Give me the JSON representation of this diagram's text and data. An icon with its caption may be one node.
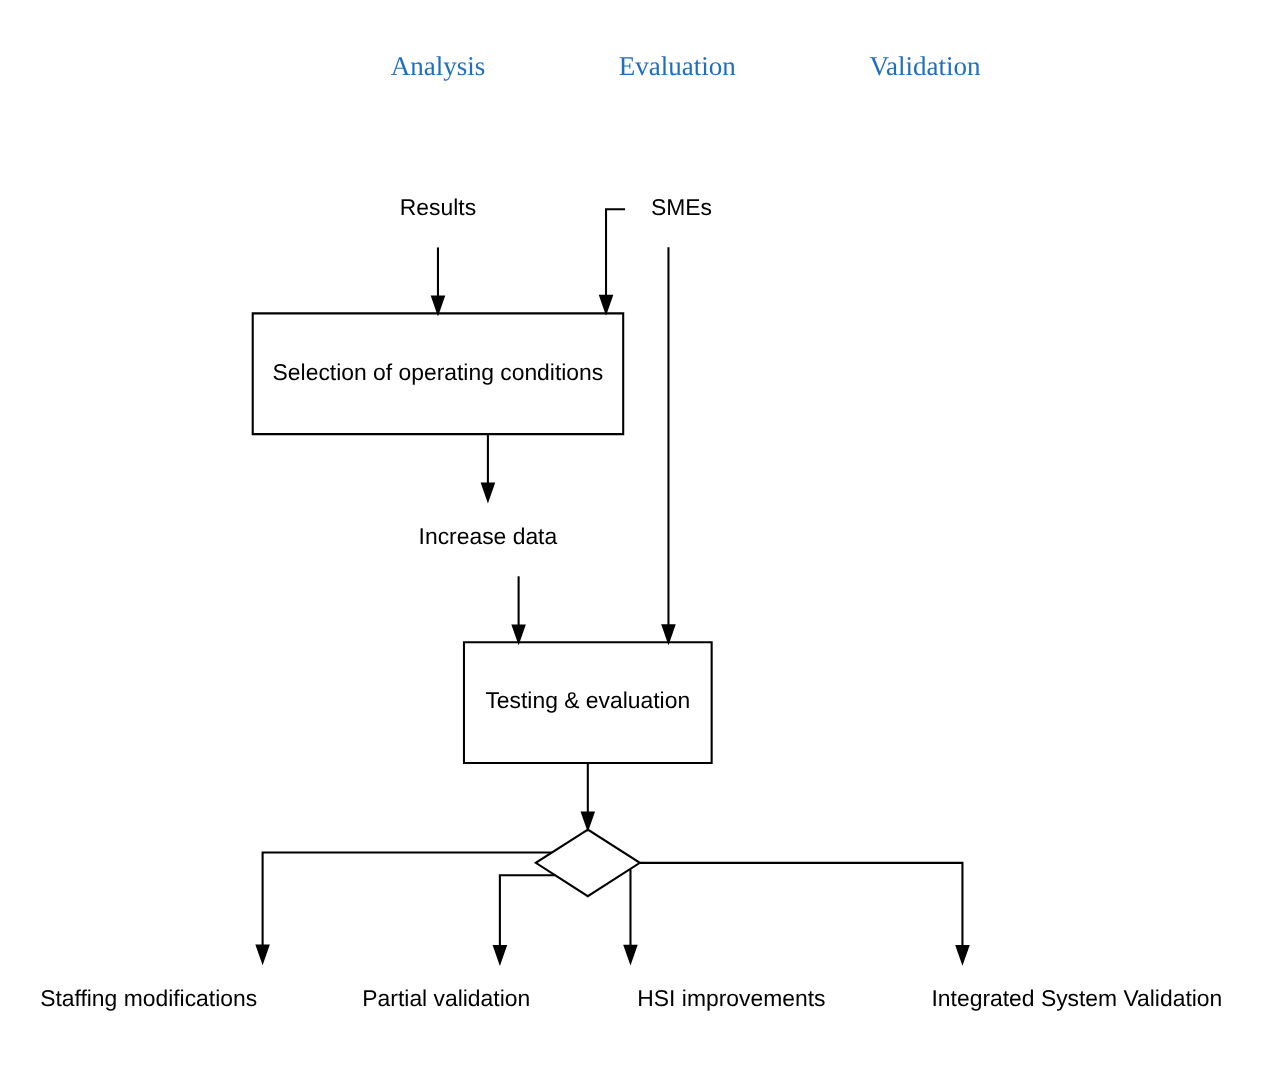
{
  "diagram": {
    "nodes": [
      {
        "text": [
          "Results"
        ]
      },
      {
        "text": [
          "Selection of operating conditions"
        ]
      },
      {
        "text": [
          "Increase data"
        ]
      },
      {
        "text": [
          "SMEs"
        ]
      },
      {
        "text": [
          "Testing & evaluation"
        ]
      },
      {
        "text": [],
        "shape": "diamond"
      },
      {
        "text": [
          "Staffing modifications"
        ]
      },
      {
        "text": [
          "Partial validation"
        ]
      },
      {
        "text": [
          "HSI improvements"
        ]
      },
      {
        "text": [
          "Integrated System Validation"
        ]
      }
    ],
    "edges": [
      {
        "from": 0,
        "to": 1,
        "arrow": "to"
      },
      {
        "from": 1,
        "to": 2,
        "arrow": "to"
      },
      {
        "from": 2,
        "to": 4,
        "arrow": "to"
      },
      {
        "from": 3,
        "to": 1,
        "arrow": "to"
      },
      {
        "from": 3,
        "to": 4,
        "arrow": "to"
      },
      {
        "from": 4,
        "to": 5,
        "arrow": "to"
      },
      {
        "from": 5,
        "to": 6,
        "arrow": "to"
      },
      {
        "from": 5,
        "to": 7,
        "arrow": "to"
      },
      {
        "from": 5,
        "to": 8,
        "arrow": "to"
      },
      {
        "from": 5,
        "to": 9,
        "arrow": "to"
      }
    ],
    "labels": [
      "Analysis",
      "Evaluation",
      "Validation"
    ]
  }
}
